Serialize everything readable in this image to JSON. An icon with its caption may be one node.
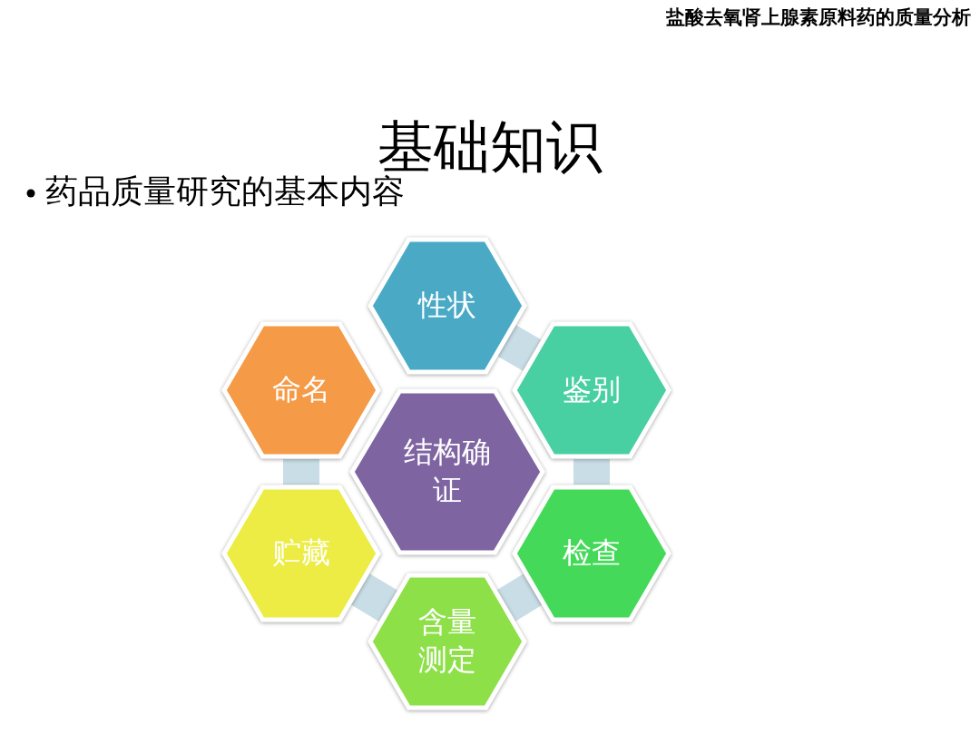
{
  "diagram": {
    "title": "基础知识",
    "nodes": [
      {
        "text": [
          "性状"
        ]
      },
      {
        "text": [
          "命名"
        ]
      },
      {
        "text": [
          "鉴别"
        ]
      },
      {
        "text": [
          "结构确证"
        ]
      },
      {
        "text": [
          "贮藏"
        ]
      },
      {
        "text": [
          "检查"
        ]
      },
      {
        "text": [
          "含量测定"
        ]
      }
    ],
    "edges": [
      {
        "from": 0,
        "to": 2,
        "arrow": "none"
      },
      {
        "from": 2,
        "to": 5,
        "arrow": "none"
      },
      {
        "from": 5,
        "to": 6,
        "arrow": "none"
      },
      {
        "from": 6,
        "to": 4,
        "arrow": "none"
      },
      {
        "from": 4,
        "to": 1,
        "arrow": "none"
      }
    ],
    "labels": [
      "盐酸去氧肾上腺素原料药的质量分析",
      "药品质量研究的基本内容"
    ]
  }
}
